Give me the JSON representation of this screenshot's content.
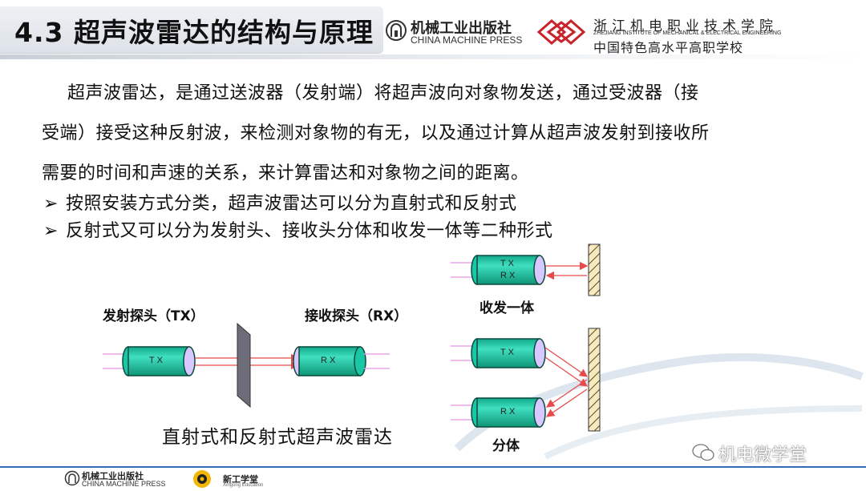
{
  "header": {
    "title": "4.3 超声波雷达的结构与原理",
    "press_cn": "机械工业出版社",
    "press_en": "CHINA MACHINE PRESS",
    "school_cn1": "浙江机电职业技术学院",
    "school_en": "ZHEJIANG INSTITUTE OF MECHANICAL & ELECTRICAL ENGINEERING",
    "school_cn2": "中国特色高水平高职学校"
  },
  "body": {
    "para1_line1": "超声波雷达，是通过送波器（发射端）将超声波向对象物发送，通过受波器（接",
    "para1_line2": "受端）接受这种反射波，来检测对象物的有无，以及通过计算从超声波发射到接收所",
    "para1_line3": "需要的时间和声速的关系，来计算雷达和对象物之间的距离。",
    "bullets": [
      "按照安装方式分类，超声波雷达可以分为直射式和反射式",
      "反射式又可以分为发射头、接收头分体和收发一体等二种形式"
    ]
  },
  "diagram": {
    "tx_label": "发射探头（TX）",
    "rx_label": "接收探头（RX）",
    "tx_text": "T X",
    "rx_text": "R X",
    "integrated_label": "收发一体",
    "split_label": "分体",
    "caption": "直射式和反射式超声波雷达"
  },
  "footer": {
    "press_cn": "机械工业出版社",
    "press_en": "CHINA MACHINE PRESS",
    "edu_cn": "新工学堂",
    "edu_en": "Xingong Education",
    "watermark": "机电微学堂"
  },
  "colors": {
    "sensor_body": "#19c6a6",
    "sensor_cap": "#d9c8ff",
    "beam": "#e64a4a",
    "footer_line": "#2f6fb8"
  }
}
